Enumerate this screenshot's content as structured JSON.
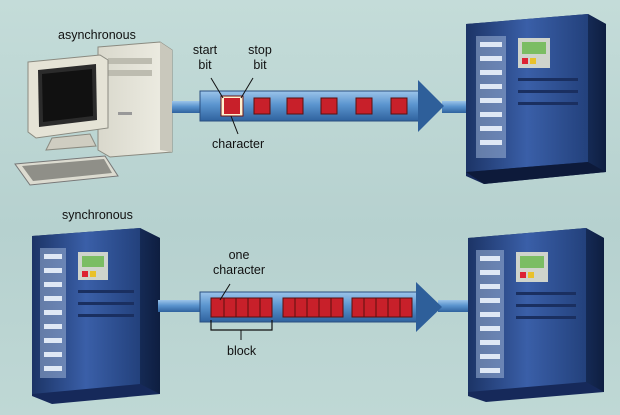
{
  "async": {
    "title": "asynchronous",
    "start_label": "start\nbit",
    "stop_label": "stop\nbit",
    "character_label": "character"
  },
  "sync": {
    "title": "synchronous",
    "one_character_label": "one\ncharacter",
    "block_label": "block"
  },
  "colors": {
    "background": "#bcd6d4",
    "pipe": "#5f95c8",
    "pipe_dark": "#2f5f96",
    "arrow": "#2e5f9a",
    "character": "#c8202a",
    "server": "#2c4a86",
    "screen": "#e9e6d8"
  },
  "icons": [
    "desktop-computer-icon",
    "server-icon",
    "character-frame-icon",
    "arrow-right-icon"
  ]
}
